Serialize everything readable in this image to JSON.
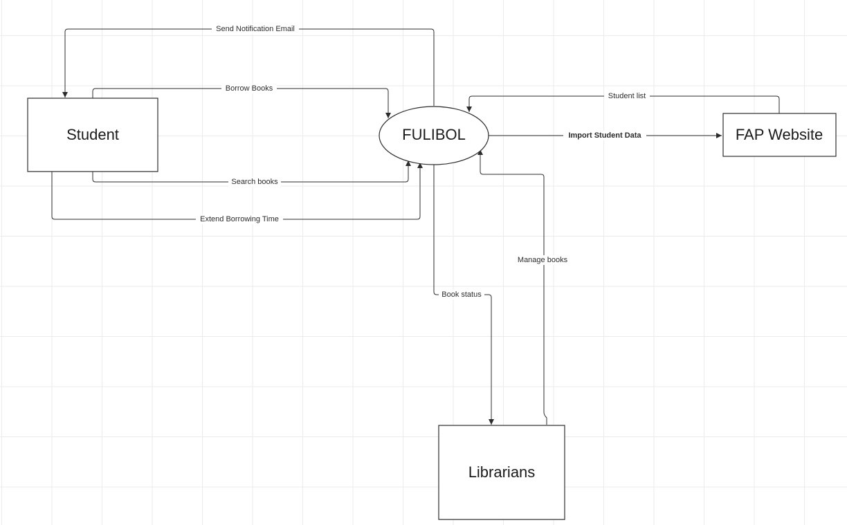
{
  "nodes": {
    "student": "Student",
    "fulibol": "FULIBOL",
    "fap": "FAP Website",
    "librarians": "Librarians"
  },
  "edges": {
    "send_notification": "Send Notification Email",
    "borrow_books": "Borrow Books",
    "search_books": "Search books",
    "extend_borrowing": "Extend Borrowing Time",
    "student_list": "Student list",
    "import_student_data": "Import Student Data",
    "book_status": "Book status",
    "manage_books": "Manage books"
  },
  "colors": {
    "stroke": "#2b2b2b",
    "grid": "#ebebeb",
    "background": "#ffffff"
  }
}
